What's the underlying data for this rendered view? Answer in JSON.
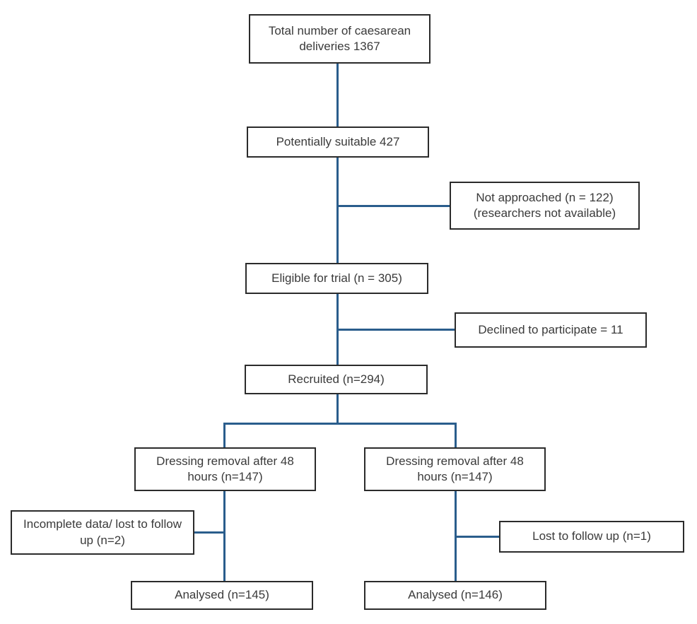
{
  "diagram": {
    "type": "flowchart",
    "colors": {
      "connector": "#2a5d8c",
      "box_border": "#2b2b2b",
      "text": "#3a3a3a",
      "background": "#ffffff"
    },
    "nodes": {
      "total": {
        "label": "Total number of caesarean deliveries 1367"
      },
      "suitable": {
        "label": "Potentially suitable 427"
      },
      "not_approached": {
        "label": "Not approached (n = 122) (researchers not available)"
      },
      "eligible": {
        "label": "Eligible for trial (n = 305)"
      },
      "declined": {
        "label": "Declined to participate = 11"
      },
      "recruited": {
        "label": "Recruited (n=294)"
      },
      "arm_left": {
        "label": "Dressing removal after 48 hours (n=147)"
      },
      "arm_right": {
        "label": "Dressing removal after 48 hours (n=147)"
      },
      "excluded_left": {
        "label": "Incomplete data/ lost to follow up (n=2)"
      },
      "excluded_right": {
        "label": "Lost to follow up (n=1)"
      },
      "analysed_left": {
        "label": "Analysed (n=145)"
      },
      "analysed_right": {
        "label": "Analysed (n=146)"
      }
    }
  }
}
